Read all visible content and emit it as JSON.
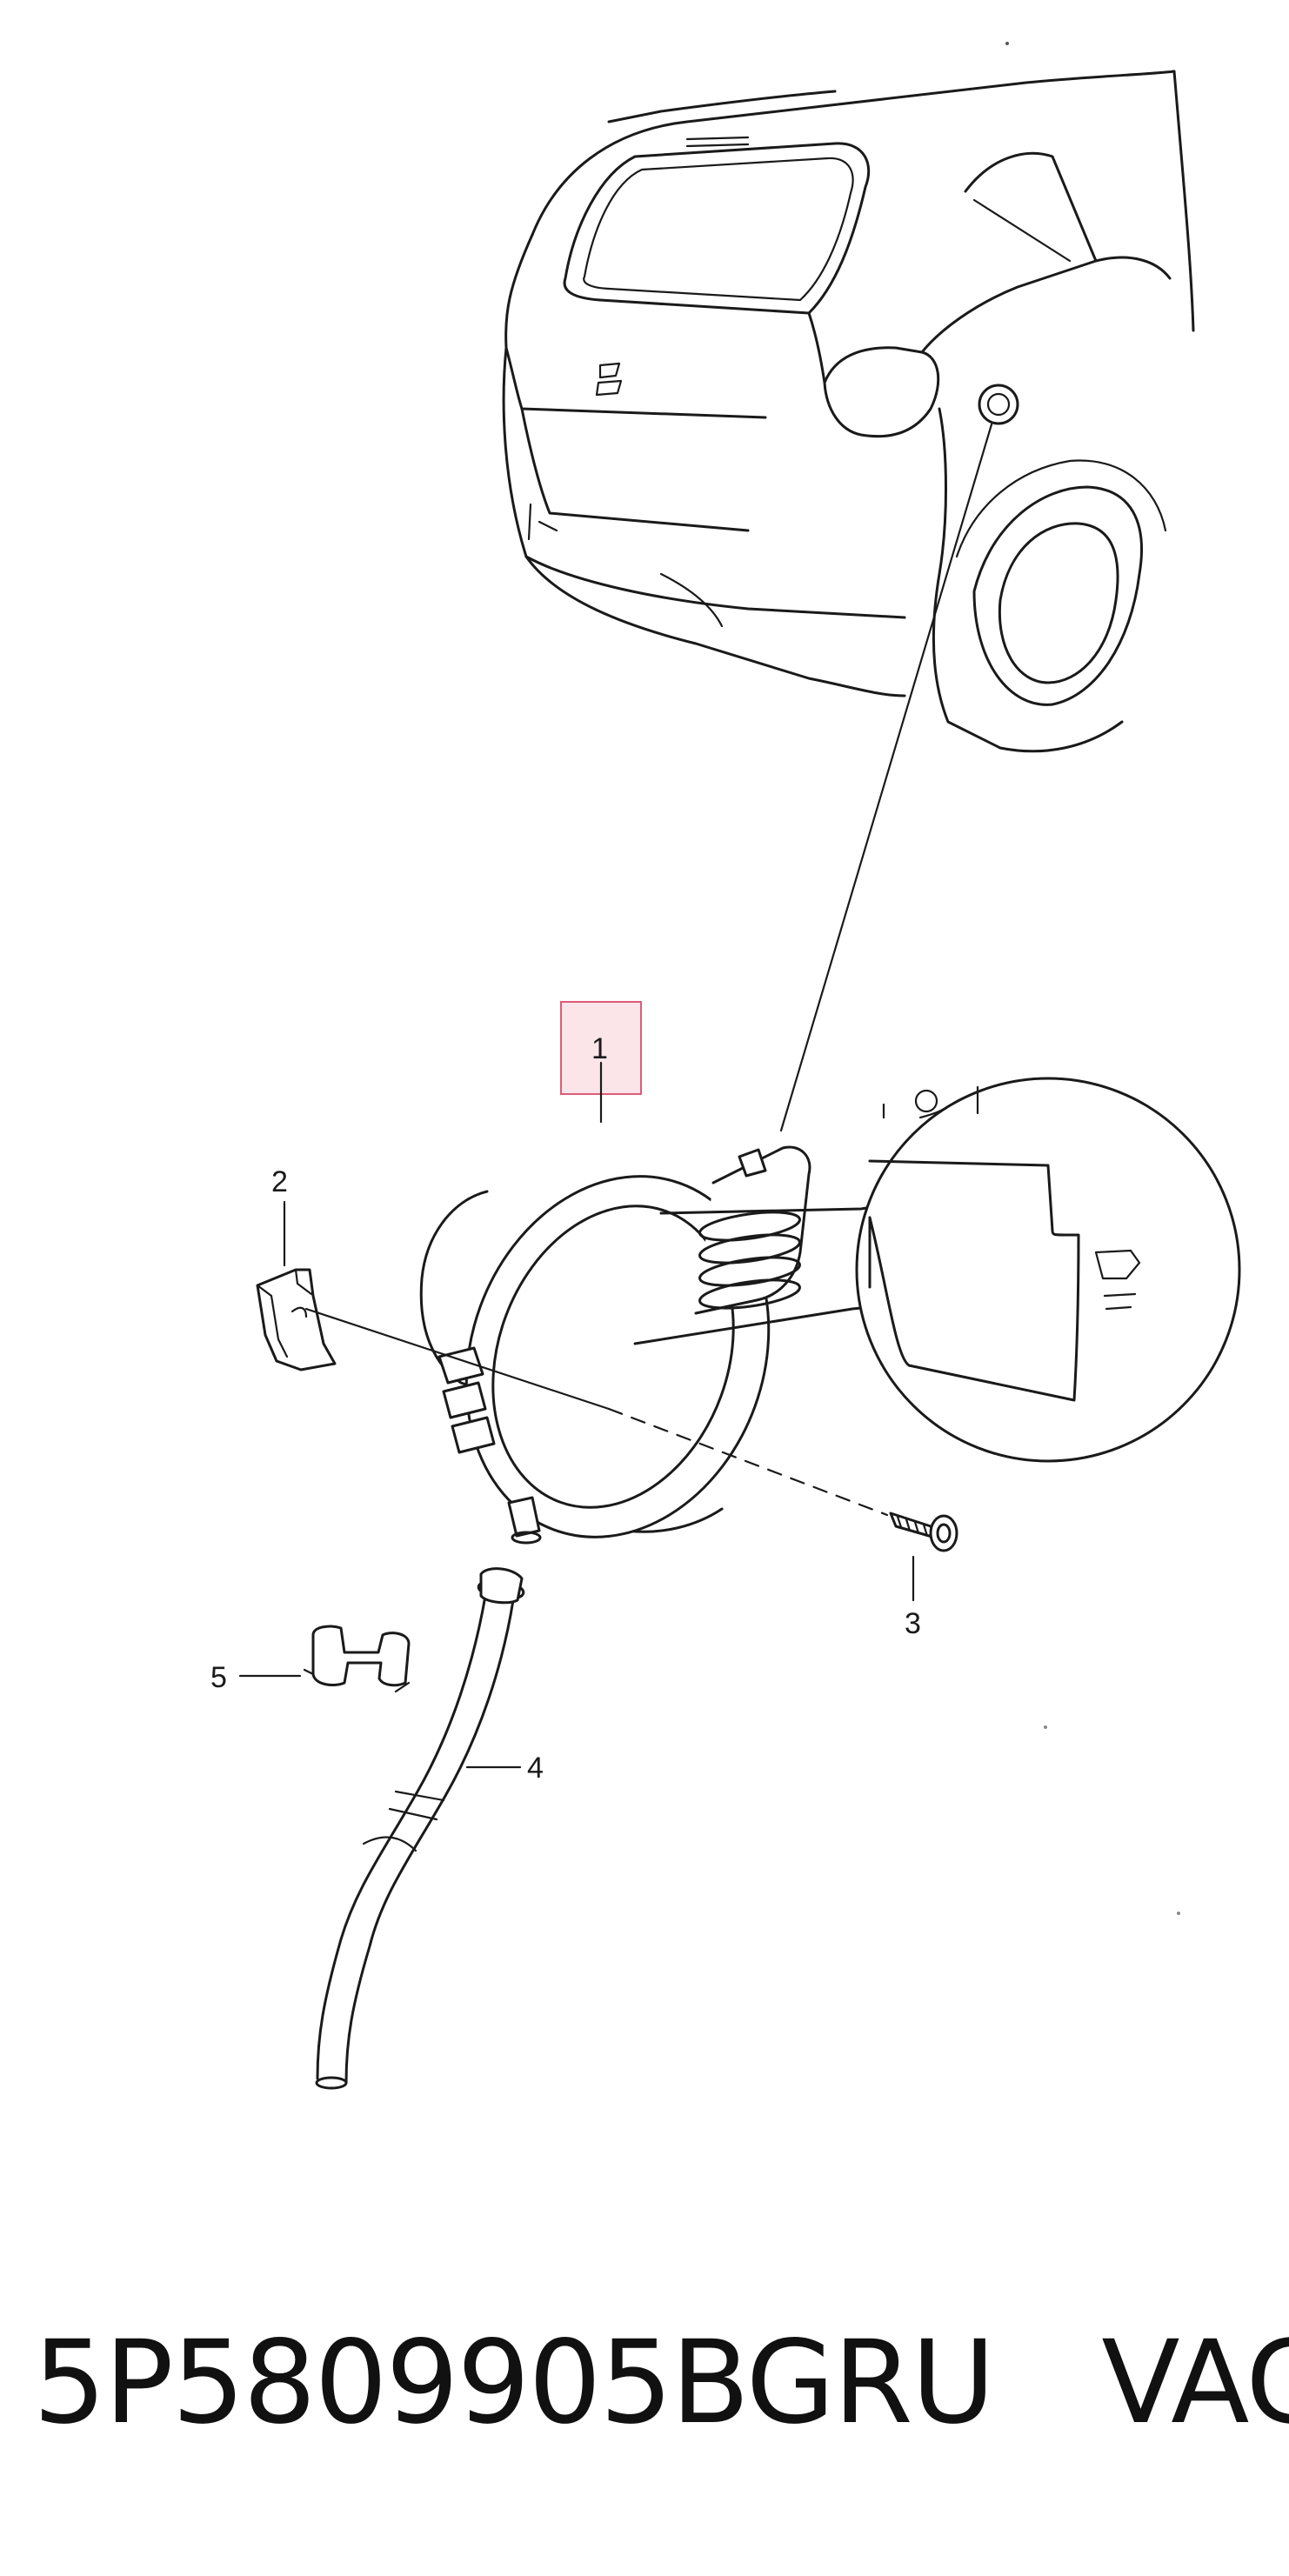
{
  "callouts": {
    "c1": "1",
    "c2": "2",
    "c3": "3",
    "c4": "4",
    "c5": "5"
  },
  "footer": {
    "part_number": "5P5809905BGRU",
    "brand": "VAG"
  },
  "highlight": {
    "color": "#e05a78"
  },
  "icons": {
    "car": "car-rear-view",
    "flap": "fuel-filler-flap",
    "clip": "retaining-clip",
    "screw": "screw",
    "hose": "drain-hose",
    "bracket": "hose-clip"
  }
}
